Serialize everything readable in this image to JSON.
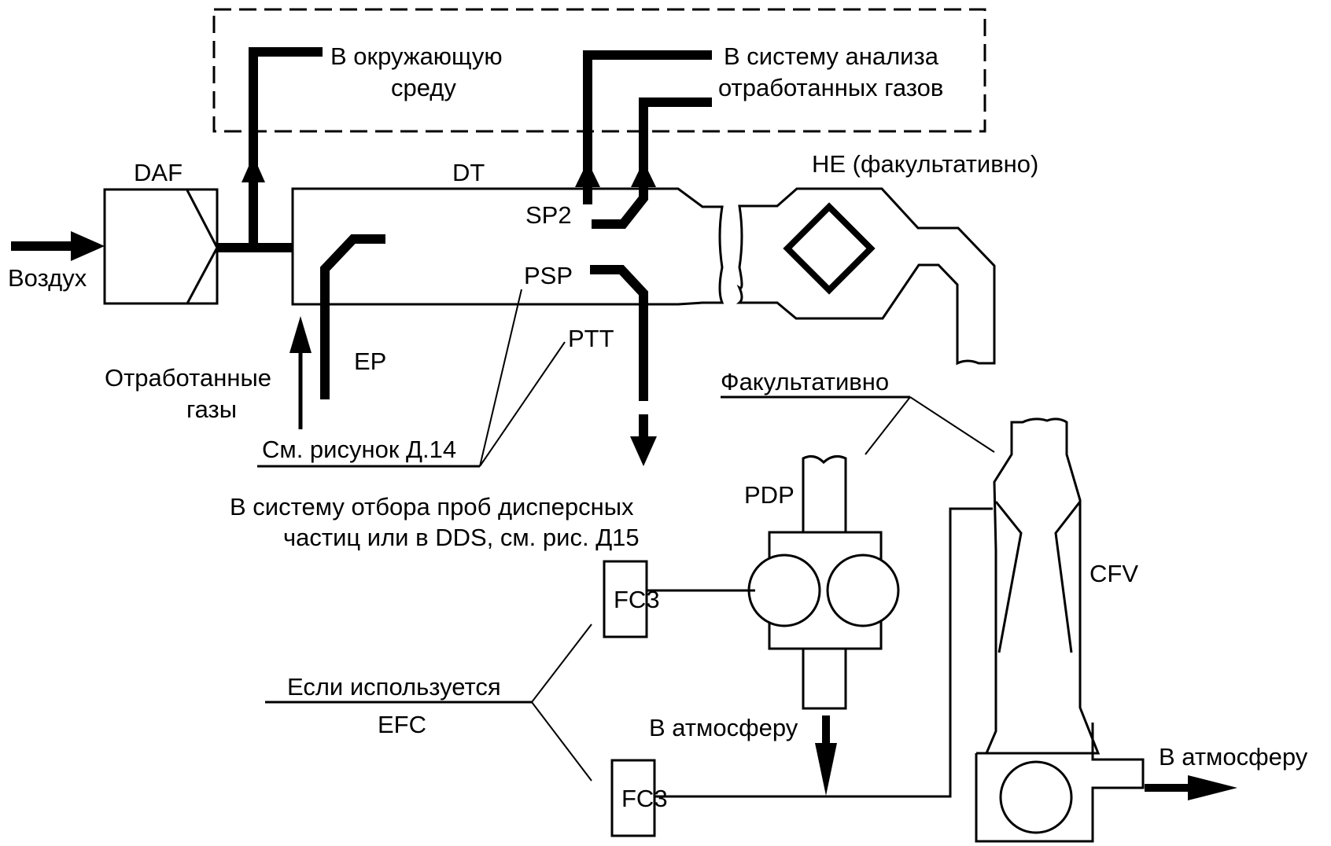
{
  "figure": {
    "labels": {
      "air_inlet": "Воздух",
      "daf": "DAF",
      "dt": "DT",
      "to_environment_line1": "В окружающую",
      "to_environment_line2": "среду",
      "to_analysis_line1": "В систему анализа",
      "to_analysis_line2": "отработанных газов",
      "he_optional": "HE (факультативно)",
      "sp2": "SP2",
      "psp": "PSP",
      "ptt": "PTT",
      "ep": "EP",
      "exhaust_gases_line1": "Отработанные",
      "exhaust_gases_line2": "газы",
      "see_figure_d14": "См. рисунок Д.14",
      "to_particulate_line1": "В систему отбора проб дисперсных",
      "to_particulate_line2": "частиц или в DDS, см. рис. Д15",
      "optional": "Факультативно",
      "pdp": "PDP",
      "fc3_top": "FC3",
      "fc3_bottom": "FC3",
      "cfv": "CFV",
      "if_efc_line1": "Если используется",
      "if_efc_line2": "EFC",
      "to_atmosphere_pdp": "В атмосферу",
      "to_atmosphere_cfv": "В атмосферу"
    }
  }
}
